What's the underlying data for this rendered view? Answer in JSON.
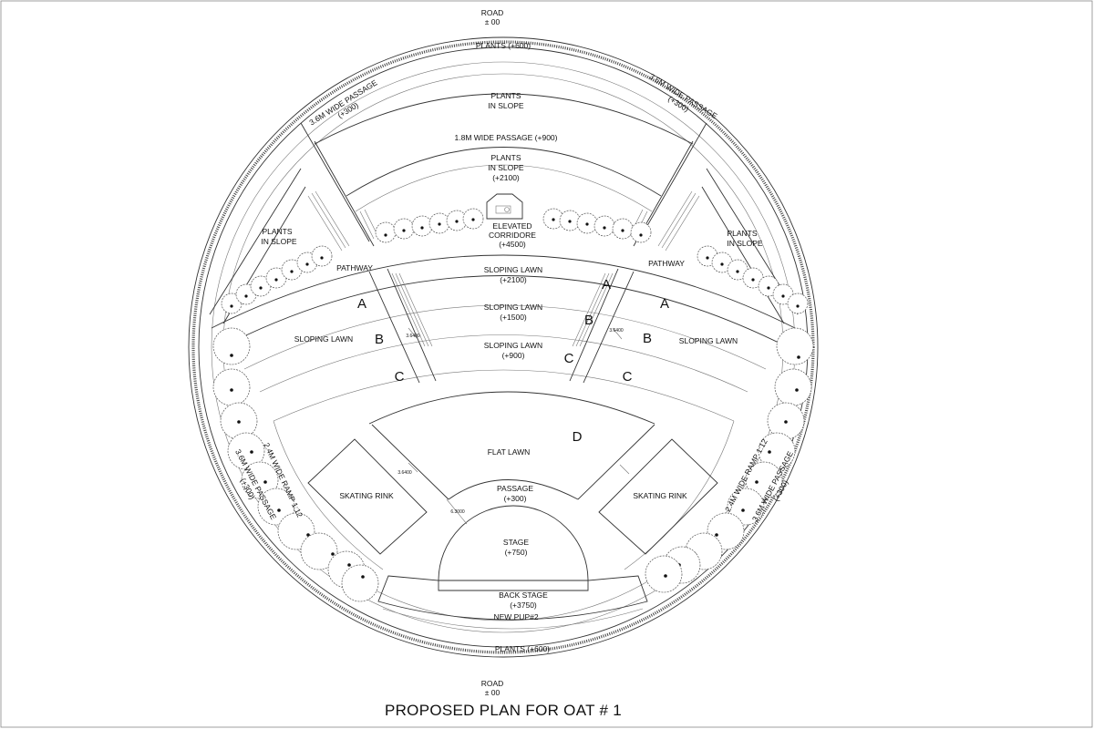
{
  "title": "PROPOSED PLAN FOR OAT # 1",
  "road_top": {
    "name": "ROAD",
    "level": "± 00"
  },
  "road_bottom": {
    "name": "ROAD",
    "level": "± 00"
  },
  "plants_top": "PLANTS (+600)",
  "plants_bottom": "PLANTS (+600)",
  "passage_36_left": {
    "line1": "3.6M WIDE PASSAGE",
    "line2": "(+300)"
  },
  "passage_36_right": {
    "line1": "3.6M WIDE PASSAGE",
    "line2": "(+300)"
  },
  "plants_slope_top": {
    "line1": "PLANTS",
    "line2": "IN SLOPE"
  },
  "passage_18": "1.8M WIDE PASSAGE (+900)",
  "plants_slope_mid": {
    "line1": "PLANTS",
    "line2": "IN SLOPE",
    "line3": "(+2100)"
  },
  "elevated_corridore": {
    "line1": "ELEVATED",
    "line2": "CORRIDORE",
    "line3": "(+4500)"
  },
  "plants_slope_left": {
    "line1": "PLANTS",
    "line2": "IN SLOPE"
  },
  "plants_slope_right": {
    "line1": "PLANTS",
    "line2": "IN SLOPE"
  },
  "pathway_left": "PATHWAY",
  "pathway_right": "PATHWAY",
  "sloping_lawn_1": {
    "line1": "SLOPING LAWN",
    "line2": "(+2100)"
  },
  "sloping_lawn_2": {
    "line1": "SLOPING LAWN",
    "line2": "(+1500)"
  },
  "sloping_lawn_3": {
    "line1": "SLOPING LAWN",
    "line2": "(+900)"
  },
  "sloping_lawn_left": "SLOPING LAWN",
  "sloping_lawn_right": "SLOPING LAWN",
  "zone_labels": {
    "a": "A",
    "b": "B",
    "c": "C",
    "d": "D"
  },
  "flat_lawn": "FLAT LAWN",
  "passage_300": {
    "line1": "PASSAGE",
    "line2": "(+300)"
  },
  "stage": {
    "line1": "STAGE",
    "line2": "(+750)"
  },
  "back_stage": {
    "line1": "BACK STAGE",
    "line2": "(+3750)"
  },
  "new_pup": "NEW PUP#2",
  "skating_rink_left": "SKATING RINK",
  "skating_rink_right": "SKATING RINK",
  "ramp_left": "2.4M WIDE RAMP 1:12",
  "ramp_right": "2.4M WIDE RAMP 1:12",
  "passage_side_left": {
    "line1": "3.6M WIDE PASSAGE",
    "line2": "(+300)"
  },
  "passage_side_right": {
    "line1": "3.6M WIDE PASSAGE",
    "line2": "(+300)"
  },
  "dims": {
    "d1": "3.6400",
    "d2": "3.6400",
    "d3": "3.6400",
    "d4": "6.3000"
  }
}
